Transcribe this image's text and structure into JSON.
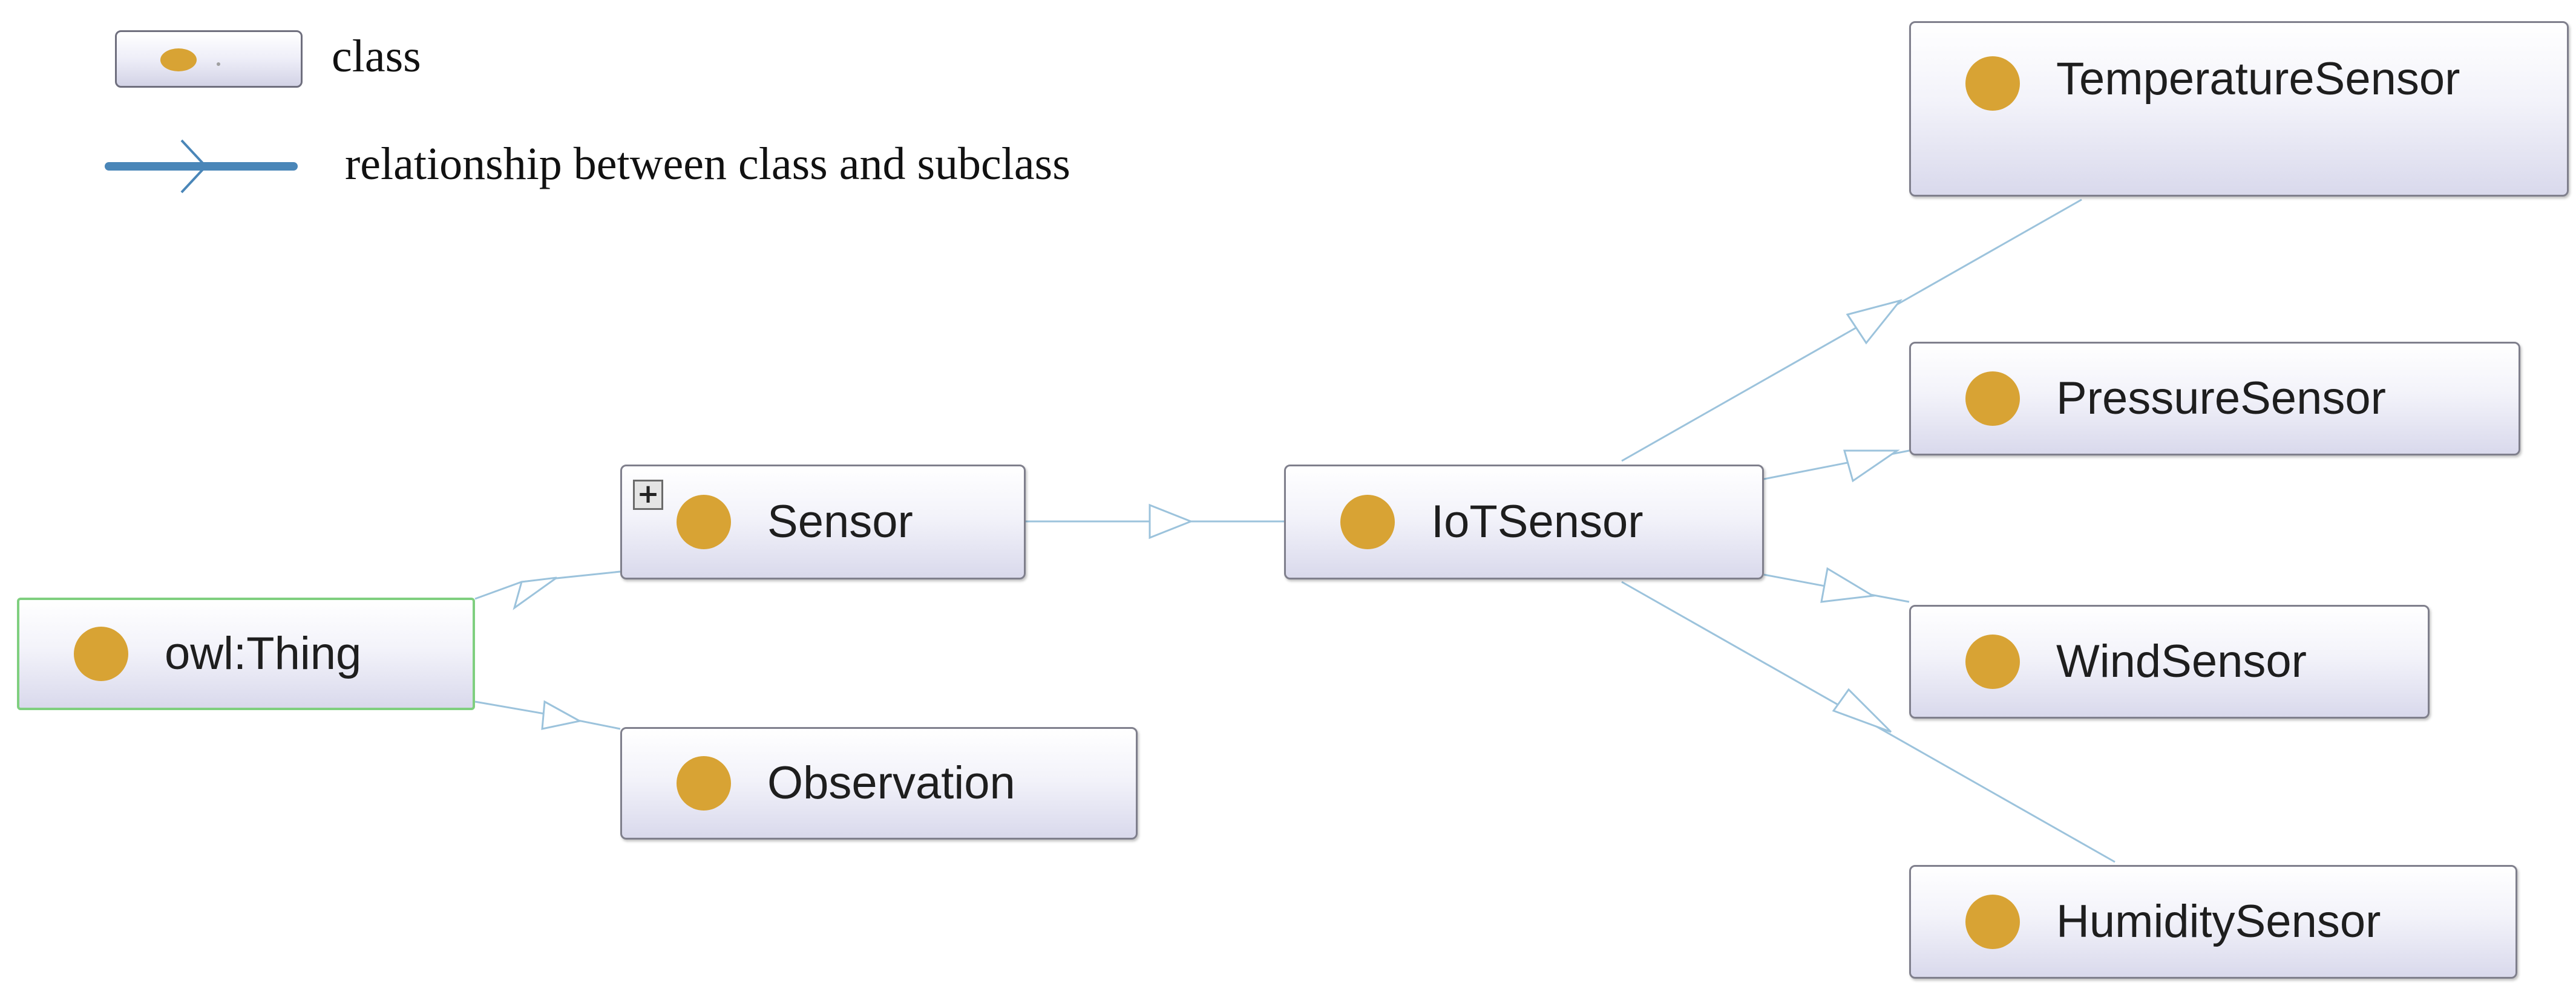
{
  "legend": {
    "class_label": "class",
    "relationship_label": "relationship between class and subclass"
  },
  "colors": {
    "class_dot": "#d8a334",
    "edge": "#9cc3dc",
    "legend_edge": "#4a86b8",
    "root_border": "#7fcf7f"
  },
  "icons": {
    "class_marker": "gold-circle-icon",
    "expand_toggle": "plus-square-icon",
    "subclass_edge": "hollow-arrowhead-icon"
  },
  "nodes": {
    "owl_thing": {
      "label": "owl:Thing"
    },
    "sensor": {
      "label": "Sensor",
      "expand_symbol": "+"
    },
    "observation": {
      "label": "Observation"
    },
    "iot_sensor": {
      "label": "IoTSensor"
    },
    "temperature_sensor": {
      "label": "TemperatureSensor"
    },
    "pressure_sensor": {
      "label": "PressureSensor"
    },
    "wind_sensor": {
      "label": "WindSensor"
    },
    "humidity_sensor": {
      "label": "HumiditySensor"
    }
  },
  "edges": [
    {
      "from": "owl:Thing",
      "to": "Sensor"
    },
    {
      "from": "owl:Thing",
      "to": "Observation"
    },
    {
      "from": "Sensor",
      "to": "IoTSensor"
    },
    {
      "from": "IoTSensor",
      "to": "TemperatureSensor"
    },
    {
      "from": "IoTSensor",
      "to": "PressureSensor"
    },
    {
      "from": "IoTSensor",
      "to": "WindSensor"
    },
    {
      "from": "IoTSensor",
      "to": "HumiditySensor"
    }
  ]
}
